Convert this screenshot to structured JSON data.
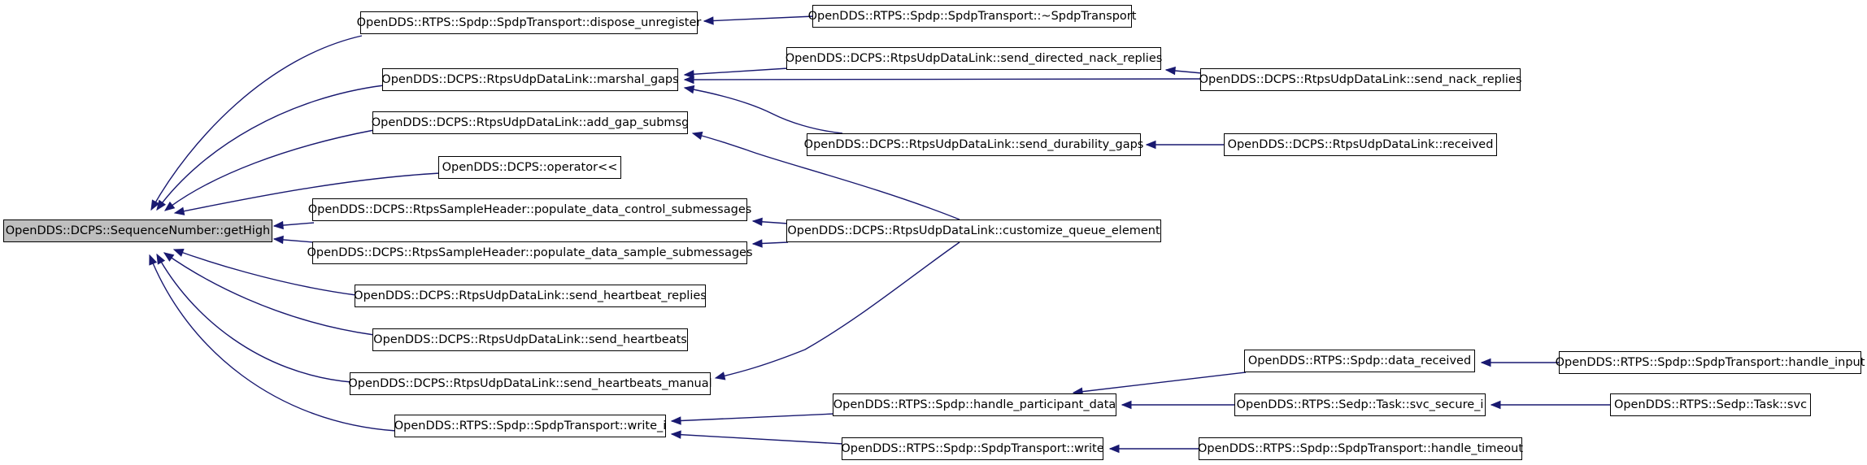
{
  "graph": {
    "root": "getHigh",
    "nodes": [
      {
        "id": "getHigh",
        "label": "OpenDDS::DCPS::SequenceNumber::getHigh",
        "highlighted": true
      },
      {
        "id": "dispose_unregister",
        "label": "OpenDDS::RTPS::Spdp::SpdpTransport::dispose_unregister"
      },
      {
        "id": "spdp_dtor",
        "label": "OpenDDS::RTPS::Spdp::SpdpTransport::~SpdpTransport"
      },
      {
        "id": "marshal_gaps",
        "label": "OpenDDS::DCPS::RtpsUdpDataLink::marshal_gaps"
      },
      {
        "id": "send_directed_nack_replies",
        "label": "OpenDDS::DCPS::RtpsUdpDataLink::send_directed_nack_replies"
      },
      {
        "id": "send_nack_replies",
        "label": "OpenDDS::DCPS::RtpsUdpDataLink::send_nack_replies"
      },
      {
        "id": "add_gap_submsg",
        "label": "OpenDDS::DCPS::RtpsUdpDataLink::add_gap_submsg"
      },
      {
        "id": "send_durability_gaps",
        "label": "OpenDDS::DCPS::RtpsUdpDataLink::send_durability_gaps"
      },
      {
        "id": "received",
        "label": "OpenDDS::DCPS::RtpsUdpDataLink::received"
      },
      {
        "id": "operator_ll",
        "label": "OpenDDS::DCPS::operator<<"
      },
      {
        "id": "populate_data_control_submessages",
        "label": "OpenDDS::DCPS::RtpsSampleHeader::populate_data_control_submessages"
      },
      {
        "id": "customize_queue_element",
        "label": "OpenDDS::DCPS::RtpsUdpDataLink::customize_queue_element"
      },
      {
        "id": "populate_data_sample_submessages",
        "label": "OpenDDS::DCPS::RtpsSampleHeader::populate_data_sample_submessages"
      },
      {
        "id": "send_heartbeat_replies",
        "label": "OpenDDS::DCPS::RtpsUdpDataLink::send_heartbeat_replies"
      },
      {
        "id": "send_heartbeats",
        "label": "OpenDDS::DCPS::RtpsUdpDataLink::send_heartbeats"
      },
      {
        "id": "data_received",
        "label": "OpenDDS::RTPS::Spdp::data_received"
      },
      {
        "id": "handle_input",
        "label": "OpenDDS::RTPS::Spdp::SpdpTransport::handle_input"
      },
      {
        "id": "send_heartbeats_manual",
        "label": "OpenDDS::DCPS::RtpsUdpDataLink::send_heartbeats_manual"
      },
      {
        "id": "handle_participant_data",
        "label": "OpenDDS::RTPS::Spdp::handle_participant_data"
      },
      {
        "id": "svc_secure_i",
        "label": "OpenDDS::RTPS::Sedp::Task::svc_secure_i"
      },
      {
        "id": "task_svc",
        "label": "OpenDDS::RTPS::Sedp::Task::svc"
      },
      {
        "id": "write_i",
        "label": "OpenDDS::RTPS::Spdp::SpdpTransport::write_i"
      },
      {
        "id": "transport_write",
        "label": "OpenDDS::RTPS::Spdp::SpdpTransport::write"
      },
      {
        "id": "handle_timeout",
        "label": "OpenDDS::RTPS::Spdp::SpdpTransport::handle_timeout"
      }
    ],
    "edges": [
      {
        "from": "dispose_unregister",
        "to": "getHigh"
      },
      {
        "from": "marshal_gaps",
        "to": "getHigh"
      },
      {
        "from": "add_gap_submsg",
        "to": "getHigh"
      },
      {
        "from": "operator_ll",
        "to": "getHigh"
      },
      {
        "from": "populate_data_control_submessages",
        "to": "getHigh"
      },
      {
        "from": "populate_data_sample_submessages",
        "to": "getHigh"
      },
      {
        "from": "send_heartbeat_replies",
        "to": "getHigh"
      },
      {
        "from": "send_heartbeats",
        "to": "getHigh"
      },
      {
        "from": "send_heartbeats_manual",
        "to": "getHigh"
      },
      {
        "from": "write_i",
        "to": "getHigh"
      },
      {
        "from": "spdp_dtor",
        "to": "dispose_unregister"
      },
      {
        "from": "send_directed_nack_replies",
        "to": "marshal_gaps"
      },
      {
        "from": "send_nack_replies",
        "to": "marshal_gaps"
      },
      {
        "from": "send_durability_gaps",
        "to": "marshal_gaps"
      },
      {
        "from": "send_nack_replies",
        "to": "send_directed_nack_replies"
      },
      {
        "from": "received",
        "to": "send_durability_gaps"
      },
      {
        "from": "customize_queue_element",
        "to": "add_gap_submsg"
      },
      {
        "from": "customize_queue_element",
        "to": "populate_data_control_submessages"
      },
      {
        "from": "customize_queue_element",
        "to": "populate_data_sample_submessages"
      },
      {
        "from": "customize_queue_element",
        "to": "send_heartbeats_manual"
      },
      {
        "from": "handle_participant_data",
        "to": "write_i"
      },
      {
        "from": "transport_write",
        "to": "write_i"
      },
      {
        "from": "data_received",
        "to": "handle_participant_data"
      },
      {
        "from": "svc_secure_i",
        "to": "handle_participant_data"
      },
      {
        "from": "handle_input",
        "to": "data_received"
      },
      {
        "from": "task_svc",
        "to": "svc_secure_i"
      },
      {
        "from": "handle_timeout",
        "to": "transport_write"
      }
    ]
  }
}
